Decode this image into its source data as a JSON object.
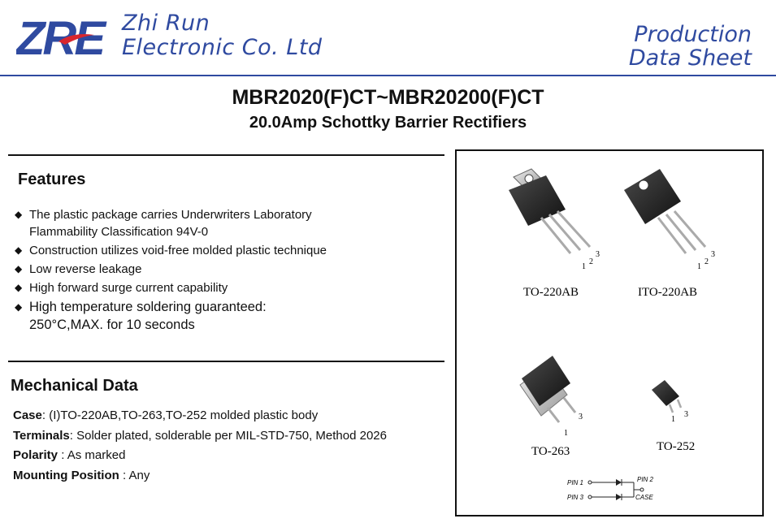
{
  "header": {
    "logo_text": "ZRE",
    "company_line1": "Zhi Run",
    "company_line2": "Electronic Co. Ltd",
    "sheet_line1": "Production",
    "sheet_line2": "Data Sheet"
  },
  "title": "MBR2020(F)CT~MBR20200(F)CT",
  "subtitle": "20.0Amp Schottky Barrier Rectifiers",
  "features": {
    "heading": "Features",
    "items": [
      {
        "line1": "The plastic package carries Underwriters Laboratory",
        "line2": "Flammability Classification 94V-0"
      },
      {
        "line1": "Construction utilizes void-free molded plastic technique"
      },
      {
        "line1": "Low reverse leakage"
      },
      {
        "line1": "High forward surge current capability"
      },
      {
        "line1": "High temperature soldering guaranteed:",
        "line2": "250°C,MAX. for 10 seconds"
      }
    ],
    "bullet_glyph": "◆"
  },
  "mechanical": {
    "heading": "Mechanical  Data",
    "rows": [
      {
        "label": "Case",
        "sep": ": ",
        "value": "(I)TO-220AB,TO-263,TO-252 molded plastic body"
      },
      {
        "label": "Terminals",
        "sep": ": ",
        "value": "Solder plated, solderable per MIL-STD-750, Method 2026"
      },
      {
        "label": "Polarity",
        "sep": " : ",
        "value": "As marked"
      },
      {
        "label": "Mounting Position",
        "sep": " : ",
        "value": "Any"
      }
    ]
  },
  "packages": {
    "p1": {
      "label": "TO-220AB",
      "pins": [
        "1",
        "2",
        "3"
      ]
    },
    "p2": {
      "label": "ITO-220AB",
      "pins": [
        "1",
        "2",
        "3"
      ]
    },
    "p3": {
      "label": "TO-263",
      "pins": [
        "1",
        "3"
      ]
    },
    "p4": {
      "label": "TO-252",
      "pins": [
        "1",
        "3"
      ]
    }
  },
  "schematic": {
    "pin1": "PIN 1",
    "pin2": "PIN 2",
    "pin3": "PIN 3",
    "case": "CASE"
  },
  "colors": {
    "brand_blue": "#2f4aa0",
    "brand_red": "#d8262e"
  }
}
